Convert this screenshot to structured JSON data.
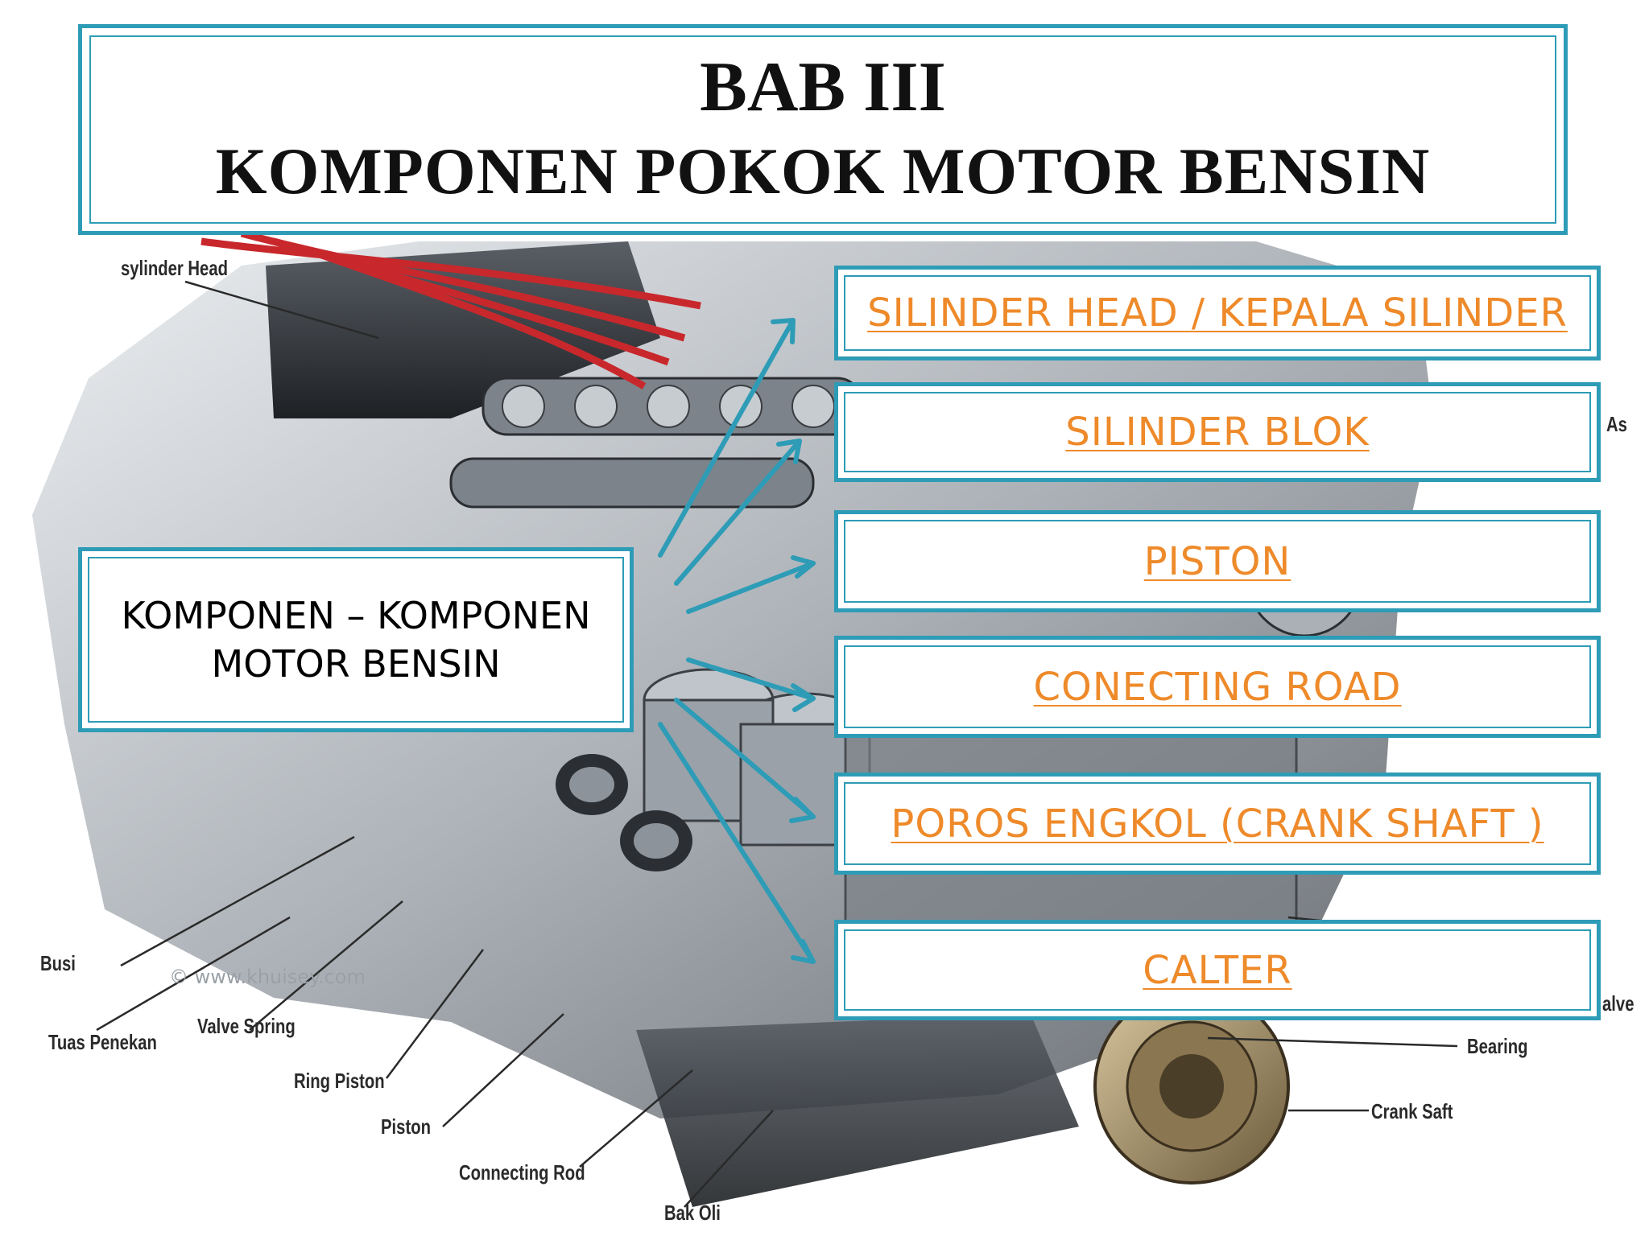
{
  "title": {
    "line1": "BAB III",
    "line2": "KOMPONEN POKOK MOTOR BENSIN"
  },
  "main": {
    "line1": "KOMPONEN – KOMPONEN",
    "line2": "MOTOR BENSIN"
  },
  "components": [
    "SILINDER HEAD / KEPALA SILINDER",
    "SILINDER BLOK",
    "PISTON",
    "CONECTING ROAD",
    "POROS ENGKOL (CRANK SHAFT )",
    "CALTER"
  ],
  "image_labels": {
    "cyl_head": "sylinder Head",
    "busi": "Busi",
    "tuas": "Tuas Penekan",
    "valve_spring": "Valve Spring",
    "ring": "Ring Piston",
    "piston": "Piston",
    "conrod": "Connecting Rod",
    "bak": "Bak Oli",
    "as": "As",
    "valve": "alve",
    "bearing": "Bearing",
    "crank": "Crank Saft",
    "watermark": "© www.khuisey.com"
  },
  "colors": {
    "accent": "#2e9cb6",
    "link": "#ee8a2a",
    "text": "#111111"
  }
}
